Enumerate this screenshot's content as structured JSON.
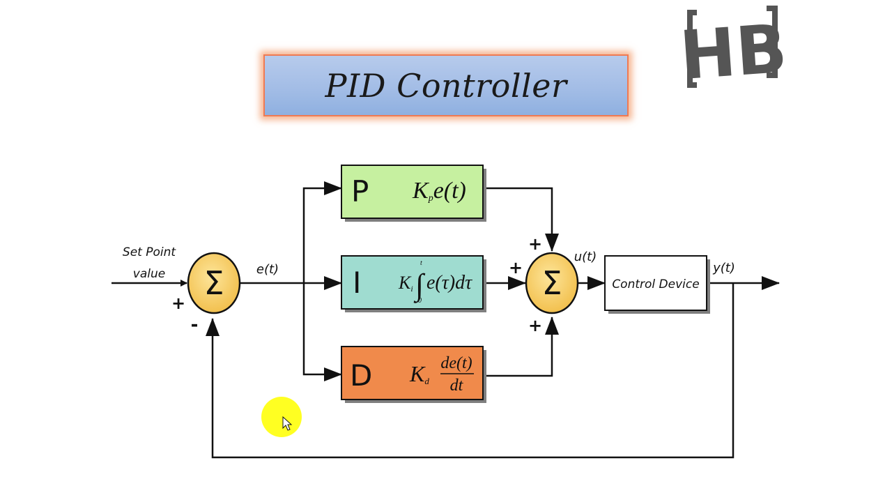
{
  "title": "PID Controller",
  "logo_text": "HB",
  "diagram": {
    "input_label_line1": "Set Point",
    "input_label_line2": "value",
    "error_label": "e(t)",
    "control_label": "u(t)",
    "output_label": "y(t)",
    "sum_symbol": "Σ",
    "plus_sign": "+",
    "minus_sign": "-",
    "p_block": {
      "letter": "P",
      "formula_k": "K",
      "formula_sub": "p",
      "formula_rest": "e(t)",
      "color": "#c6f0a0"
    },
    "i_block": {
      "letter": "I",
      "formula_k": "K",
      "formula_sub": "i",
      "formula_rest": "e(τ)dτ",
      "upper_limit": "t",
      "lower_limit": "0",
      "color": "#9fdcd0"
    },
    "d_block": {
      "letter": "D",
      "formula_k": "K",
      "formula_sub": "d",
      "numerator": "de(t)",
      "denominator": "dt",
      "color": "#f08a4b"
    },
    "plant_label": "Control Device",
    "summer_color": "#f7d46a"
  }
}
